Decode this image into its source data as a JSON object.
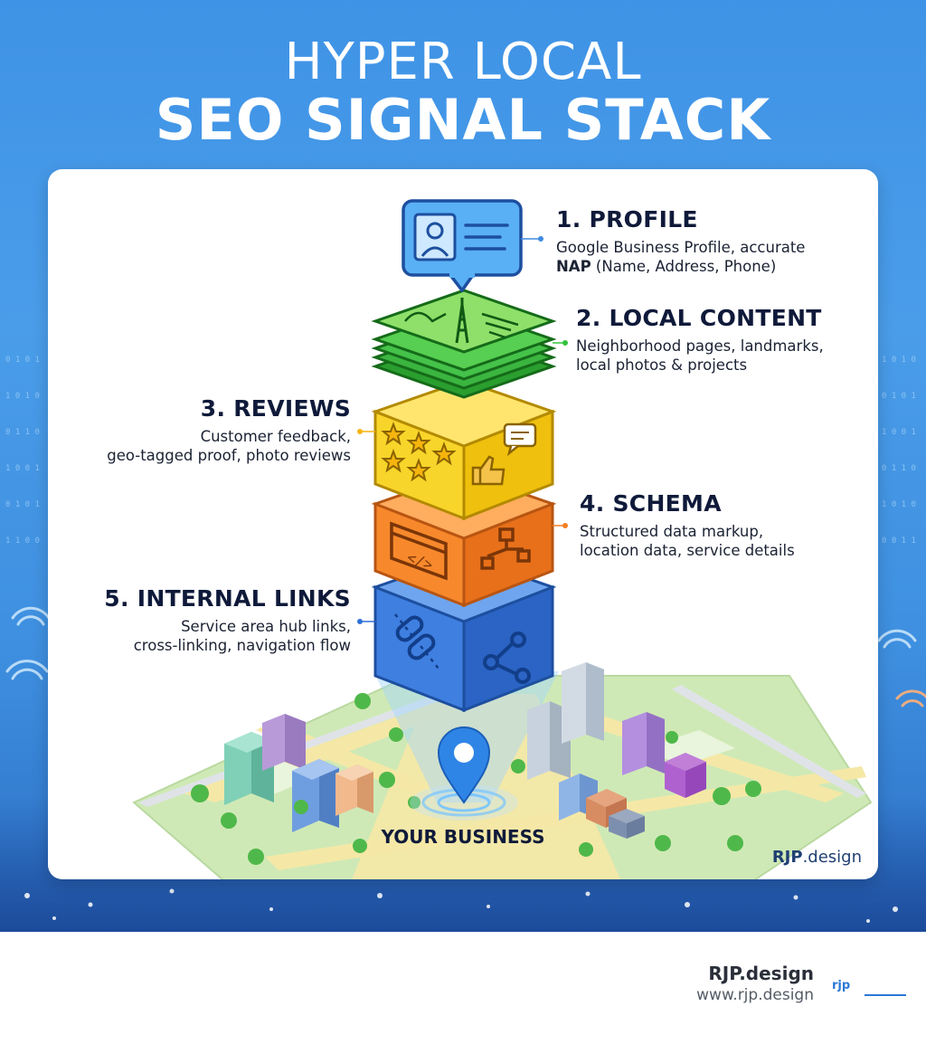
{
  "header": {
    "line1": "HYPER LOCAL",
    "line2": "SEO SIGNAL STACK"
  },
  "layers": [
    {
      "title": "1. PROFILE",
      "desc_line1": "Google Business Profile, accurate",
      "desc_bold": "NAP",
      "desc_line2_rest": " (Name, Address, Phone)",
      "color": "#3e8be0",
      "icon": "profile-card-icon"
    },
    {
      "title": "2. LOCAL CONTENT",
      "desc_line1": "Neighborhood pages, landmarks,",
      "desc_line2": "local photos & projects",
      "color": "#35c23c",
      "icon": "landmark-map-icon"
    },
    {
      "title": "3. REVIEWS",
      "desc_line1": "Customer feedback,",
      "desc_line2": "geo-tagged proof, photo reviews",
      "color": "#f6cf1e",
      "icon": "stars-thumbs-up-icon"
    },
    {
      "title": "4. SCHEMA",
      "desc_line1": "Structured data markup,",
      "desc_line2": "location data, service details",
      "color": "#f57f22",
      "icon": "code-sitemap-icon"
    },
    {
      "title": "5. INTERNAL LINKS",
      "desc_line1": "Service area hub links,",
      "desc_line2": "cross-linking, navigation flow",
      "color": "#2f6fd8",
      "icon": "chain-link-icon"
    }
  ],
  "map": {
    "pin_label": "YOUR BUSINESS"
  },
  "watermark": {
    "bold": "RJP",
    "rest": ".design"
  },
  "footer": {
    "brand": "RJP.design",
    "url": "www.rjp.design",
    "logo": "rjp"
  }
}
